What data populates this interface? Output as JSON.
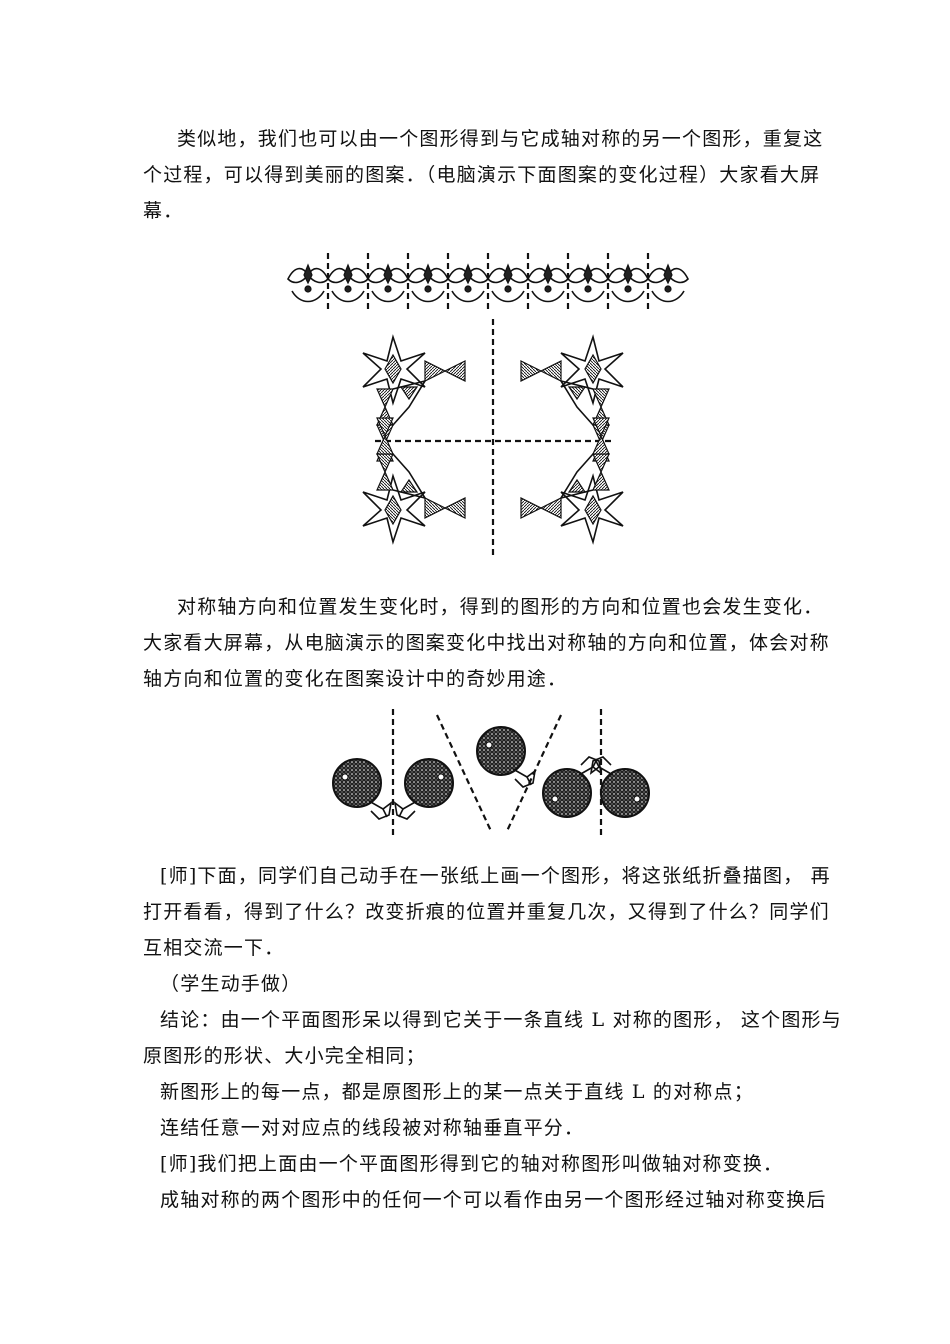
{
  "paragraph1": {
    "lines": [
      "类似地，我们也可以由一个图形得到与它成轴对称的另一个图形，重复这",
      "个过程，可以得到美丽的图案．（电脑演示下面图案的变化过程）大家看大屏",
      "幕．"
    ]
  },
  "paragraph2": {
    "lines": [
      "对称轴方向和位置发生变化时，得到的图形的方向和位置也会发生变化．",
      "大家看大屏幕，从电脑演示的图案变化中找出对称轴的方向和位置，体会对称",
      "轴方向和位置的变化在图案设计中的奇妙用途．"
    ]
  },
  "paragraph3": {
    "lines": [
      "[师]下面，同学们自己动手在一张纸上画一个图形，将这张纸折叠描图， 再",
      "打开看看，得到了什么？改变折痕的位置并重复几次，又得到了什么？同学们",
      "互相交流一下．",
      "（学生动手做）",
      "结论：由一个平面图形呆以得到它关于一条直线 L 对称的图形， 这个图形与",
      "原图形的形状、大小完全相同；",
      "新图形上的每一点，都是原图形上的某一点关于直线 L 的对称点；",
      "连结任意一对对应点的线段被对称轴垂直平分．",
      "[师]我们把上面由一个平面图形得到它的轴对称图形叫做轴对称变换．",
      "成轴对称的两个图形中的任何一个可以看作由另一个图形经过轴对称变换后"
    ]
  }
}
